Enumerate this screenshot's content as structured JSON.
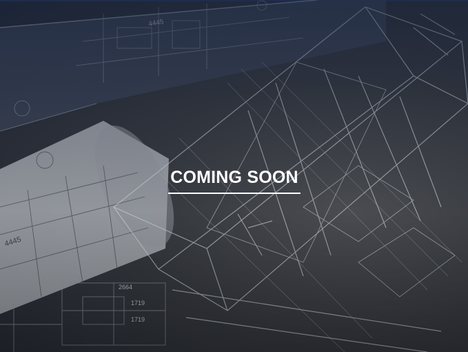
{
  "banner": {
    "heading": "COMING SOON"
  },
  "background": {
    "drawing_labels": [
      "4445",
      "4445",
      "2664",
      "1719",
      "1719"
    ],
    "colors": {
      "top_rule": "#23356a",
      "heading_text": "#ffffff"
    }
  }
}
